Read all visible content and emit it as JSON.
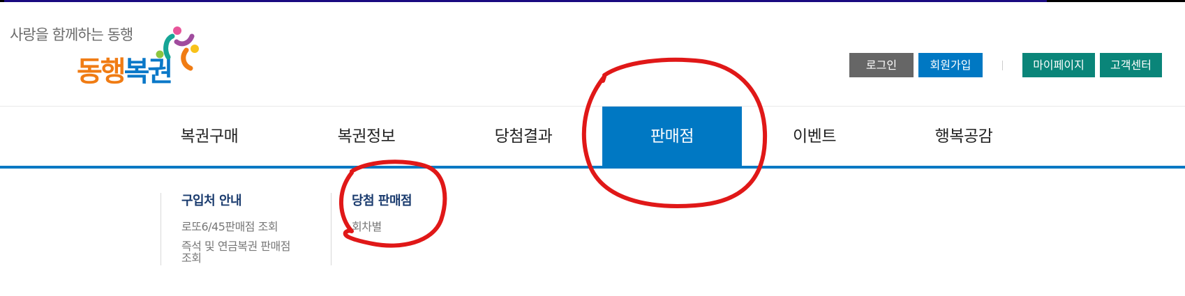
{
  "logo": {
    "slogan": "사랑을 함께하는 동행",
    "name_part1": "동행",
    "name_part2": "복권",
    "colors": {
      "orange": "#f07c14",
      "blue": "#0a78c8",
      "pink": "#e8559a",
      "purple": "#a04c9e",
      "teal": "#16a596",
      "green": "#8cc63f",
      "yellow": "#f8c21a",
      "orange_mark": "#f07c14"
    }
  },
  "utility": {
    "login": "로그인",
    "join": "회원가입",
    "mypage": "마이페이지",
    "customer_center": "고객센터"
  },
  "gnb": {
    "items": [
      {
        "label": "복권구매",
        "active": false
      },
      {
        "label": "복권정보",
        "active": false
      },
      {
        "label": "당첨결과",
        "active": false
      },
      {
        "label": "판매점",
        "active": true
      },
      {
        "label": "이벤트",
        "active": false
      },
      {
        "label": "행복공감",
        "active": false
      }
    ],
    "accent_color": "#0078c3"
  },
  "submenu": {
    "groups": [
      {
        "title": "구입처 안내",
        "links": [
          "로또6/45판매점 조회",
          "즉석 및 연금복권 판매점",
          "조회"
        ]
      },
      {
        "title": "당첨 판매점",
        "links": [
          "회차별"
        ]
      }
    ]
  },
  "annotations": {
    "color": "#e01818",
    "targets": [
      "판매점",
      "당첨 판매점"
    ]
  }
}
